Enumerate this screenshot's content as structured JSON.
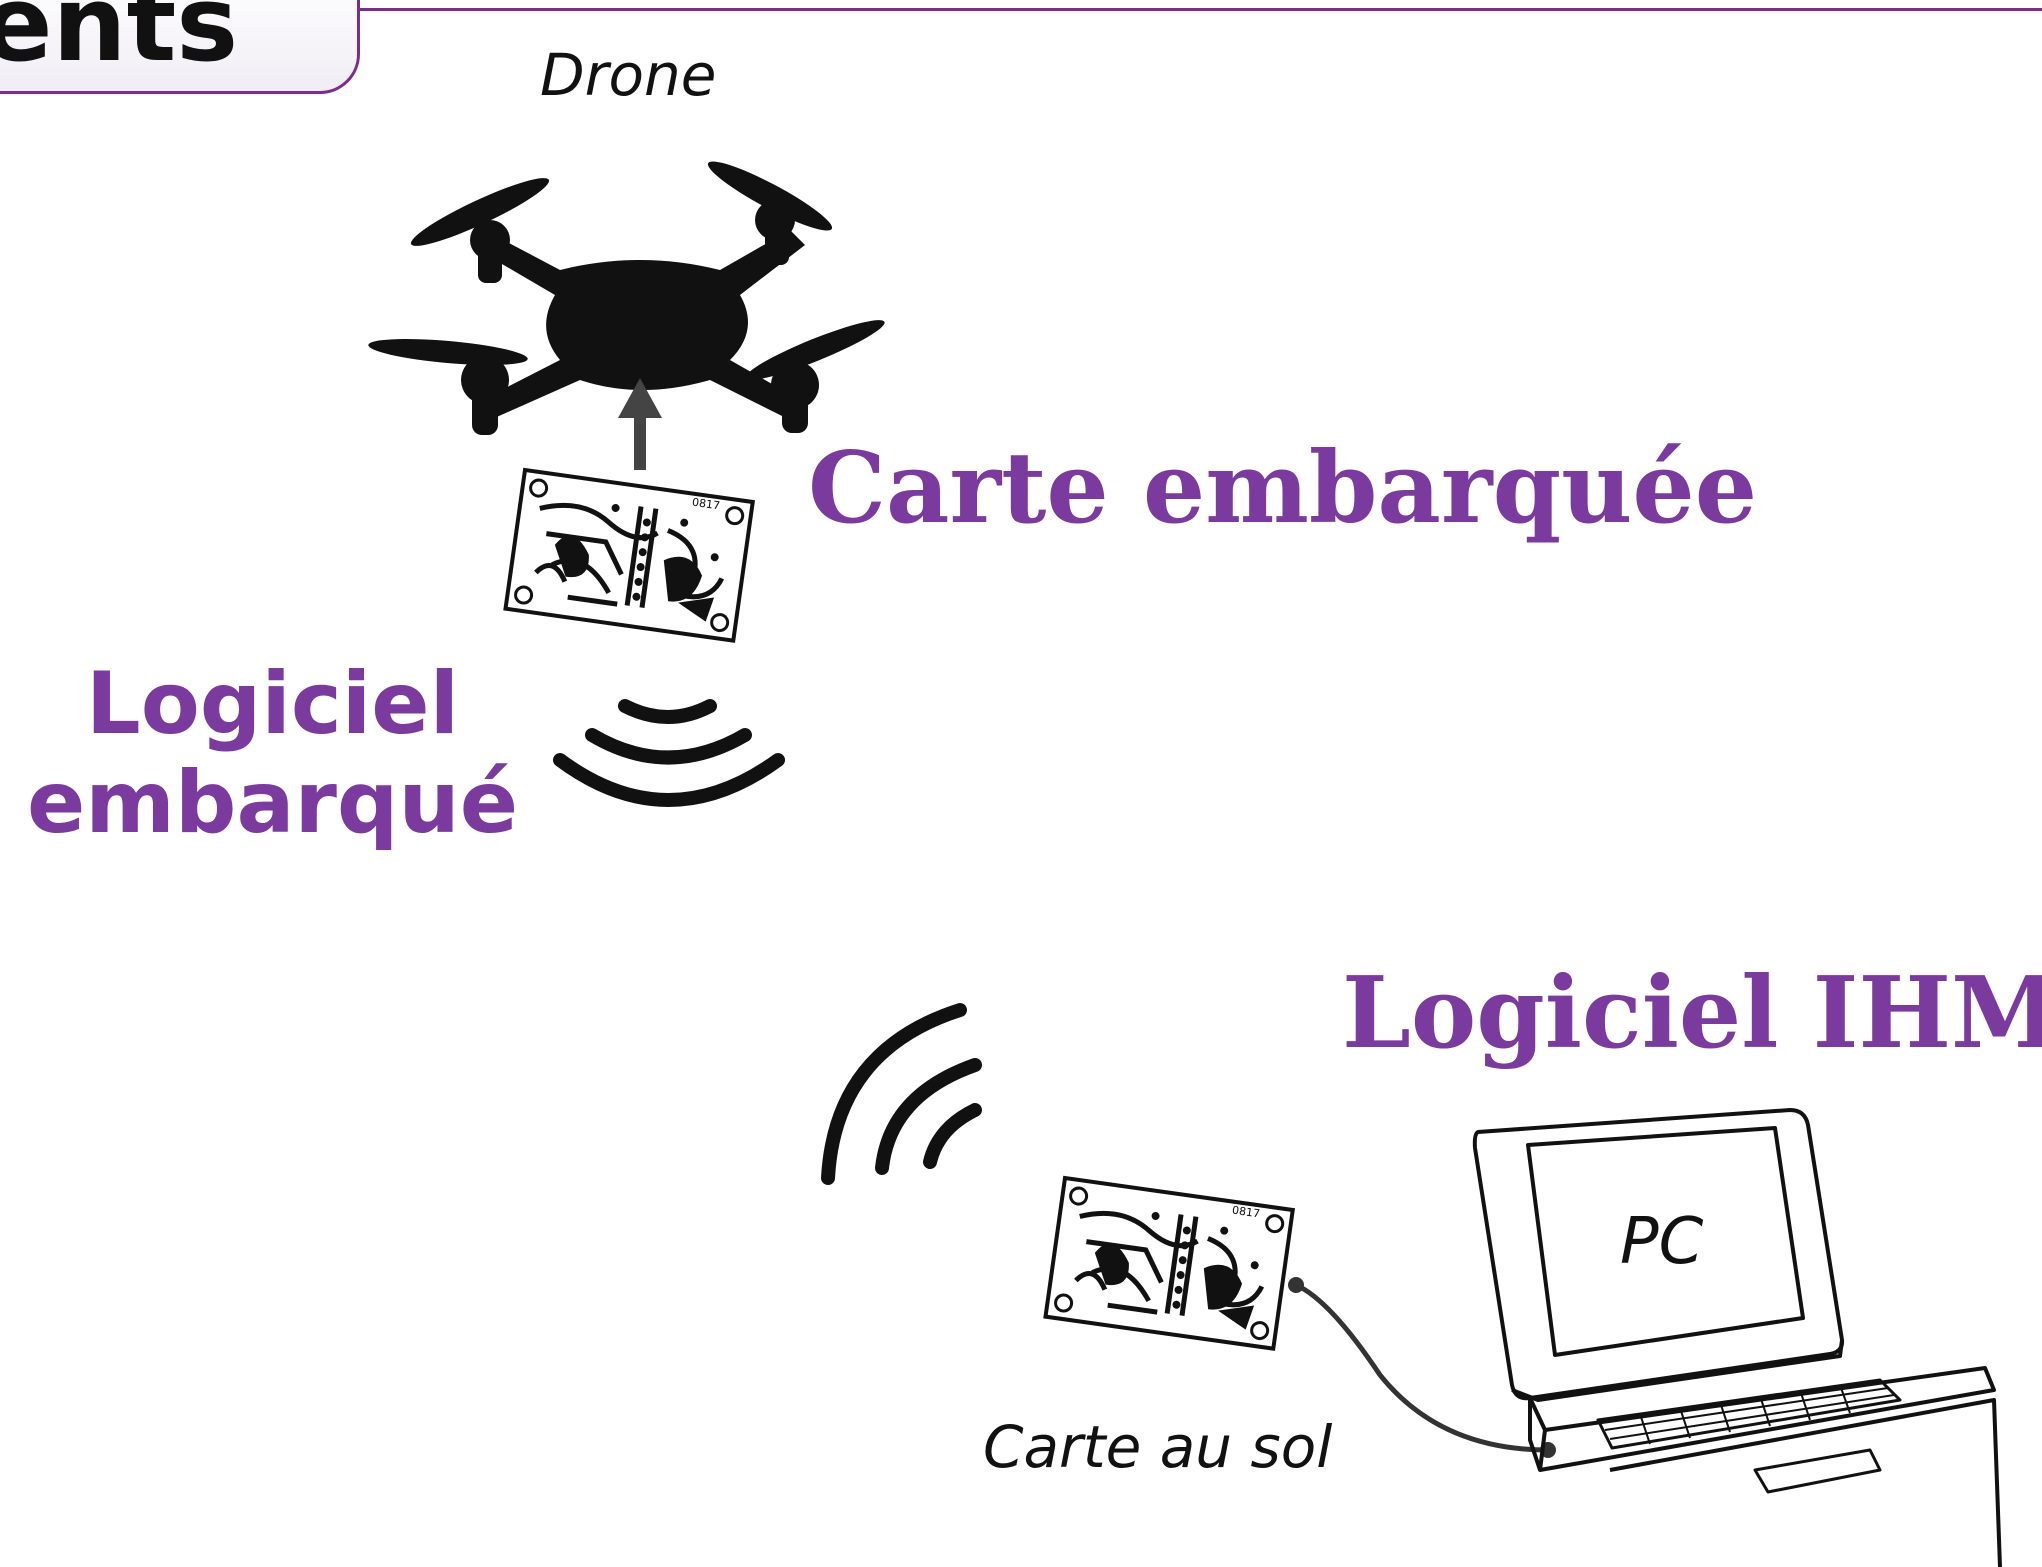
{
  "header": {
    "title": "ents"
  },
  "labels": {
    "drone": "Drone",
    "onboard_card": "Carte embarquée",
    "onboard_software_line1": "Logiciel",
    "onboard_software_line2": "embarqué",
    "hmi_software": "Logiciel IHM",
    "ground_card": "Carte au sol",
    "pc": "PC",
    "pcb_marking": "0817"
  },
  "colors": {
    "accent": "#7a3a9e",
    "frame": "#7a2e8a",
    "ink": "#111111"
  },
  "icons": [
    "drone-icon",
    "arrow-up-icon",
    "pcb-icon",
    "wireless-signal-icon",
    "laptop-icon",
    "cable-icon"
  ]
}
